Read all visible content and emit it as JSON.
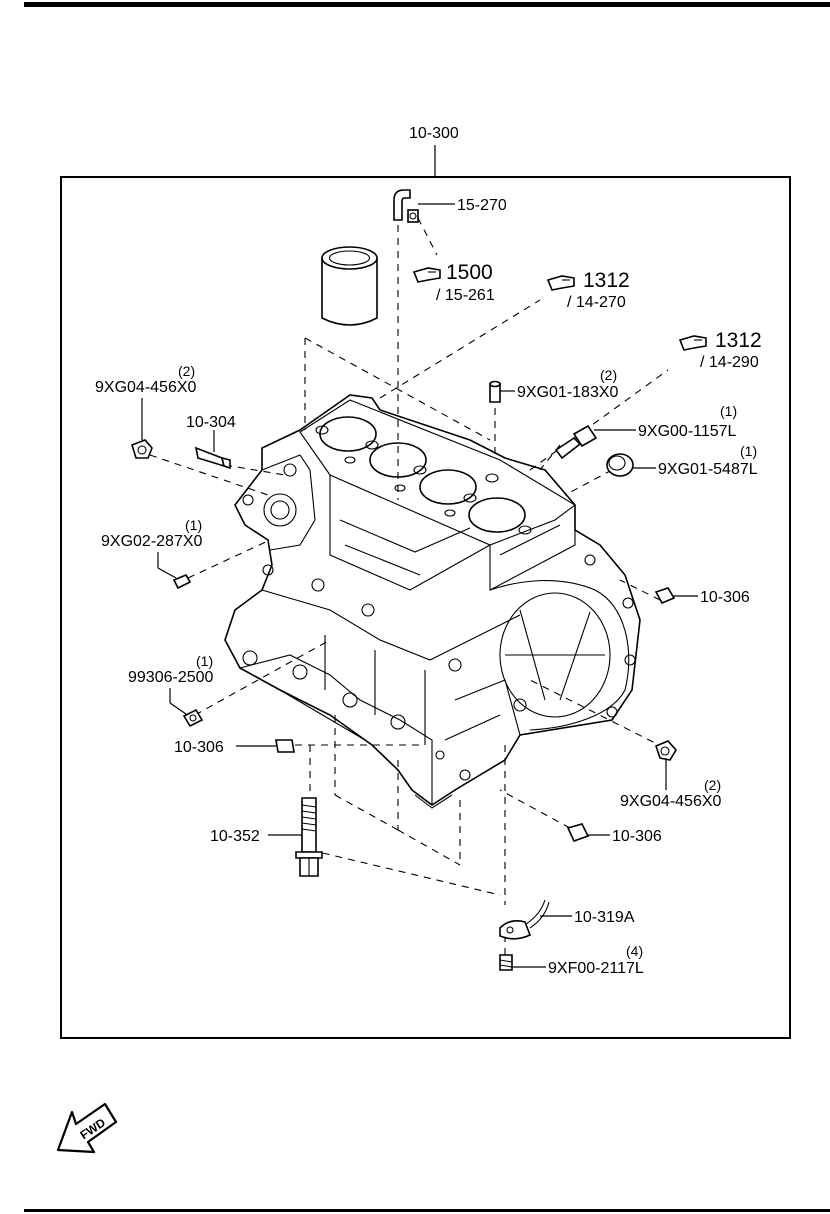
{
  "assembly_label": "10-300",
  "refs": {
    "r1500": {
      "num": "1500",
      "sub": "/ 15-261"
    },
    "r1312a": {
      "num": "1312",
      "sub": "/ 14-270"
    },
    "r1312b": {
      "num": "1312",
      "sub": "/ 14-290"
    }
  },
  "parts": {
    "p15270": "15-270",
    "p456a": {
      "code": "9XG04-456X0",
      "qty": "(2)"
    },
    "p10304": "10-304",
    "p183": {
      "code": "9XG01-183X0",
      "qty": "(2)"
    },
    "p1157": {
      "code": "9XG00-1157L",
      "qty": "(1)"
    },
    "p5487": {
      "code": "9XG01-5487L",
      "qty": "(1)"
    },
    "p287": {
      "code": "9XG02-287X0",
      "qty": "(1)"
    },
    "p10306a": "10-306",
    "p2500": {
      "code": "99306-2500",
      "qty": "(1)"
    },
    "p10306b": "10-306",
    "p456b": {
      "code": "9XG04-456X0",
      "qty": "(2)"
    },
    "p10352": "10-352",
    "p10306c": "10-306",
    "p319a": "10-319A",
    "p2117": {
      "code": "9XF00-2117L",
      "qty": "(4)"
    }
  },
  "fwd_label": "FWD",
  "icons": [
    "pointing-hand-icon",
    "fwd-arrow-icon"
  ]
}
